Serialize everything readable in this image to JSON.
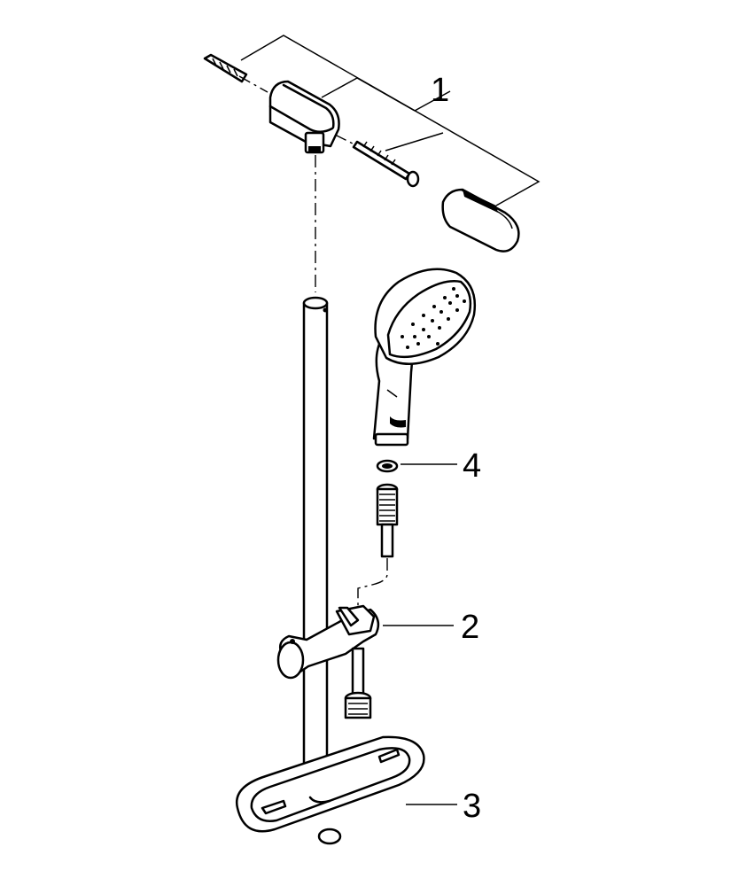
{
  "diagram": {
    "callouts": [
      {
        "label": "1"
      },
      {
        "label": "2"
      },
      {
        "label": "3"
      },
      {
        "label": "4"
      }
    ]
  }
}
